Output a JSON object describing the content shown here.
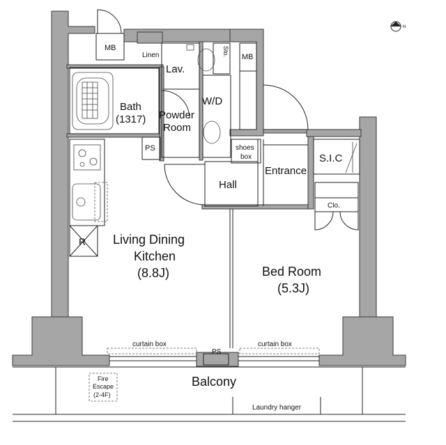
{
  "rooms": {
    "mb_top": "MB",
    "linen": "Linen",
    "lav": "Lav.",
    "sto": "Sto.",
    "mb_right": "MB",
    "bath": "Bath",
    "bath_size": "(1317)",
    "wd": "W/D",
    "powder_line1": "Powder",
    "powder_line2": "Room",
    "ps_left": "PS",
    "shoes_line1": "shoes",
    "shoes_line2": "box",
    "sic": "S.I.C",
    "hall": "Hall",
    "entrance": "Entrance",
    "clo": "Clo.",
    "r": "R",
    "ldk_line1": "Living Dining",
    "ldk_line2": "Kitchen",
    "ldk_size": "(8.8J)",
    "bed": "Bed Room",
    "bed_size": "(5.3J)",
    "curtain_left": "curtain box",
    "curtain_right": "curtain box",
    "ps_bottom": "PS",
    "balcony": "Balcony",
    "fire_line1": "Fire",
    "fire_line2": "Escape",
    "fire_line3": "(2-4F)",
    "laundry": "Laundry hanger"
  },
  "north_arrow": "N",
  "colors": {
    "wall": "#a6a6a6",
    "line": "#222222",
    "background": "#ffffff"
  }
}
